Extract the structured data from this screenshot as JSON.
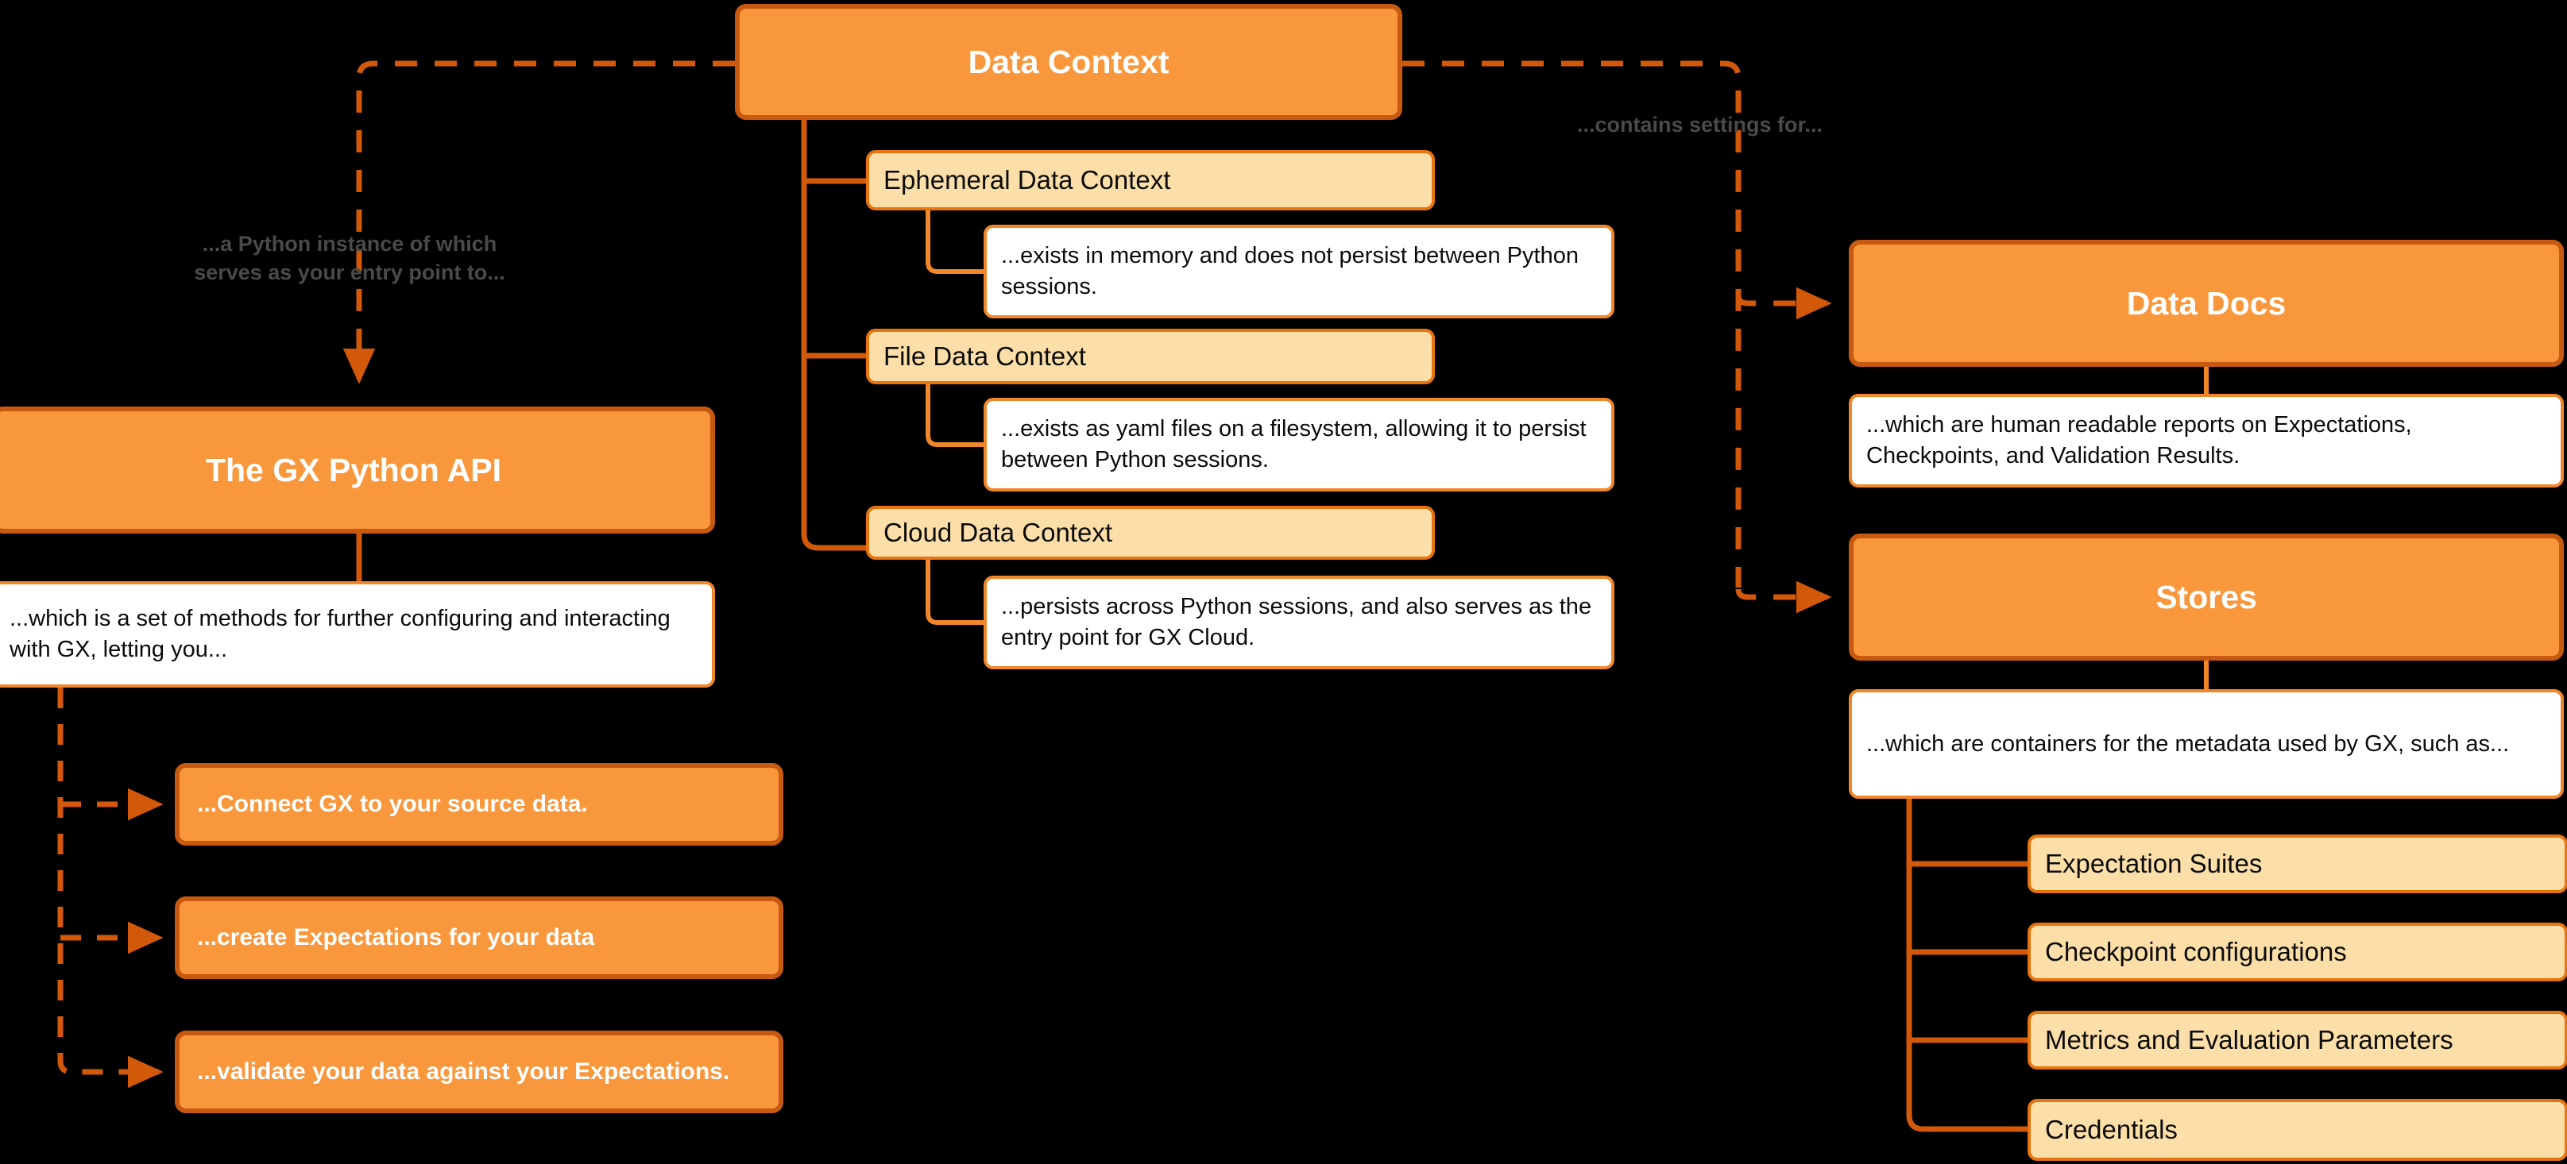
{
  "diagram": {
    "title": "Great Expectations Data Context overview",
    "background": "#000000",
    "colors": {
      "primary_fill": "#F8973C",
      "primary_border": "#C75A10",
      "peach_fill": "#FCDFA8",
      "peach_border": "#E8740F",
      "white_fill": "#FFFFFF",
      "white_border": "#F1872B",
      "connector": "#D2590A",
      "connector_light": "#F1872B",
      "label_text": "#4a4a4a",
      "primary_text": "#FFFFFF",
      "body_text": "#0b0b0b"
    }
  },
  "nodes": {
    "data_context": "Data Context",
    "gx_python_api": "The GX Python API",
    "data_docs": "Data Docs",
    "stores": "Stores",
    "ephemeral_data_context": "Ephemeral Data Context",
    "file_data_context": "File Data Context",
    "cloud_data_context": "Cloud Data Context",
    "ephemeral_desc": "...exists in memory and does not persist between Python sessions.",
    "file_desc": "...exists as yaml files on a filesystem, allowing it to persist between Python sessions.",
    "cloud_desc": "...persists across Python sessions, and also serves as the entry point for GX Cloud.",
    "api_desc": "...which is a set of methods for further configuring and interacting with GX, letting you...",
    "data_docs_desc": "...which are human readable reports on Expectations, Checkpoints, and Validation Results.",
    "stores_desc": "...which are containers for the metadata used by GX, such as...",
    "api_action_connect": "...Connect GX to your source data.",
    "api_action_create": "...create Expectations for your data",
    "api_action_validate": "...validate your data against your Expectations.",
    "store_expectation_suites": "Expectation Suites",
    "store_checkpoint_configurations": "Checkpoint configurations",
    "store_metrics": "Metrics and Evaluation Parameters",
    "store_credentials": "Credentials"
  },
  "edge_labels": {
    "entry_point": "...a Python instance of which\nserves as your entry point to...",
    "contains_settings": "...contains settings for..."
  }
}
